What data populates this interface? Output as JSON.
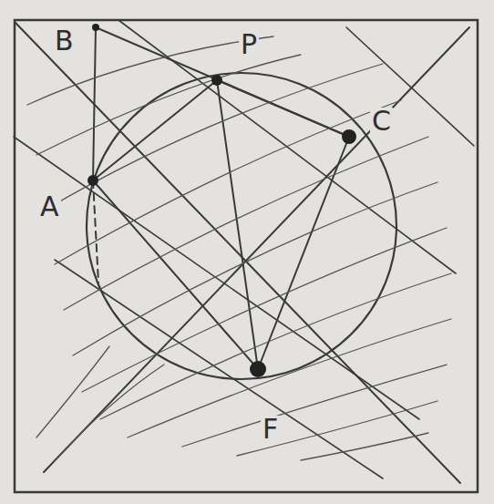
{
  "diagram": {
    "labels": [
      "B",
      "P",
      "C",
      "A",
      "F"
    ]
  }
}
